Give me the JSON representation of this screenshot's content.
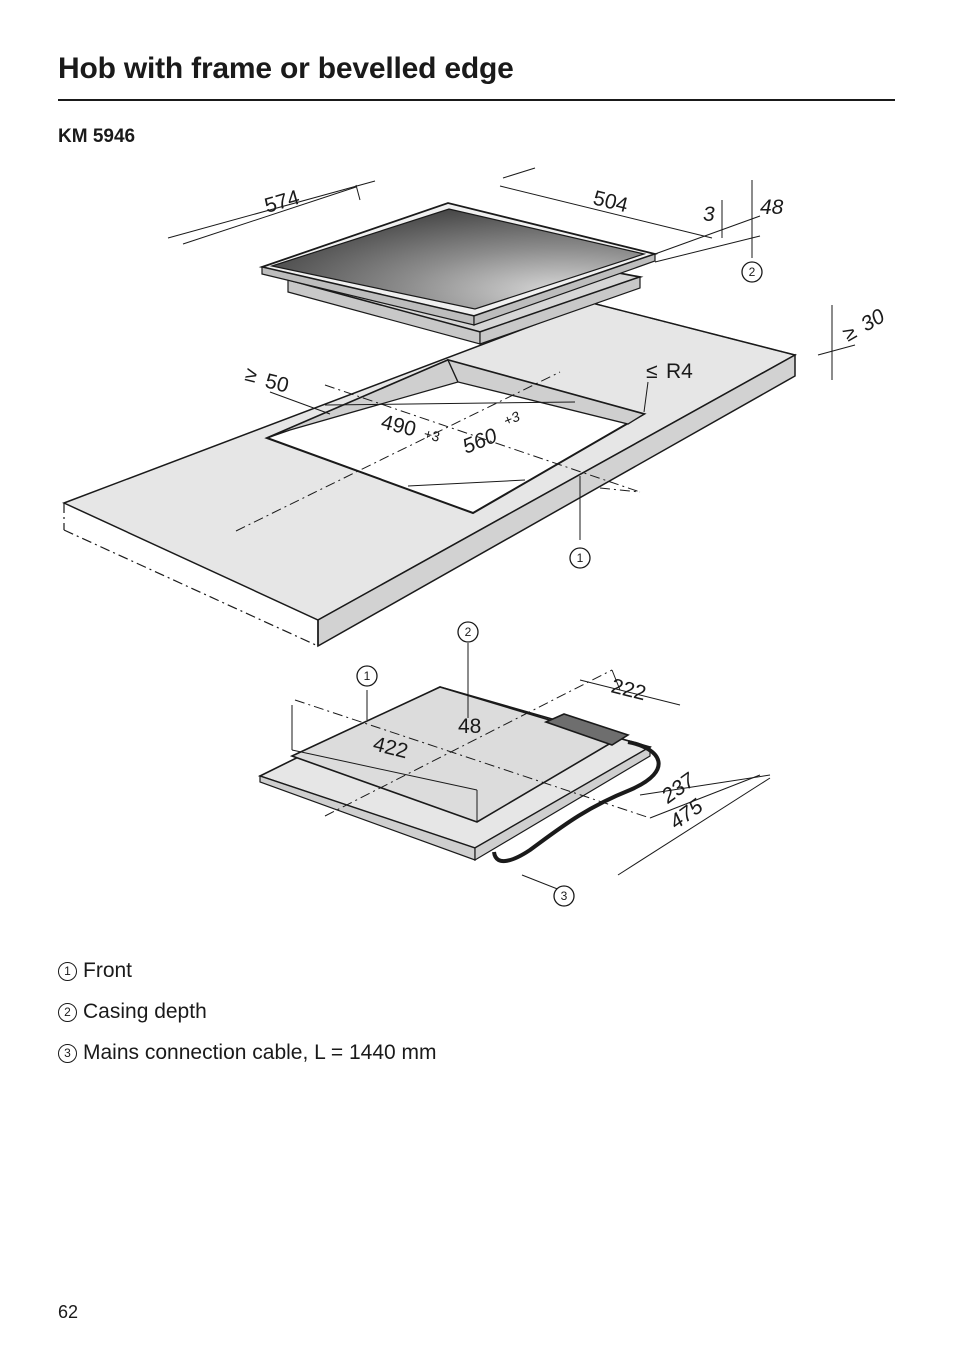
{
  "page": {
    "title": "Hob with frame or bevelled edge",
    "model": "KM 5946",
    "page_number": "62"
  },
  "figure": {
    "top_dims": {
      "width": "574",
      "depth": "504",
      "frame": "3",
      "height": "48"
    },
    "cutout_dims": {
      "min_edge_sym": "≥",
      "min_edge": "50",
      "depth": "490",
      "depth_tol": "+3",
      "width": "560",
      "width_tol": "+3",
      "radius_sym": "≤",
      "radius": "R4",
      "worktop_sym": "≥",
      "worktop": "30"
    },
    "bottom_dims": {
      "casing_depth": "48",
      "width": "422",
      "box_depth": "222",
      "cable_pos": "237",
      "overall_depth": "475"
    },
    "markers": {
      "one": "1",
      "two": "2",
      "three": "3"
    }
  },
  "legend": [
    {
      "num": "1",
      "label": "Front"
    },
    {
      "num": "2",
      "label": "Casing depth"
    },
    {
      "num": "3",
      "label": "Mains connection cable, L = 1440 mm"
    }
  ]
}
